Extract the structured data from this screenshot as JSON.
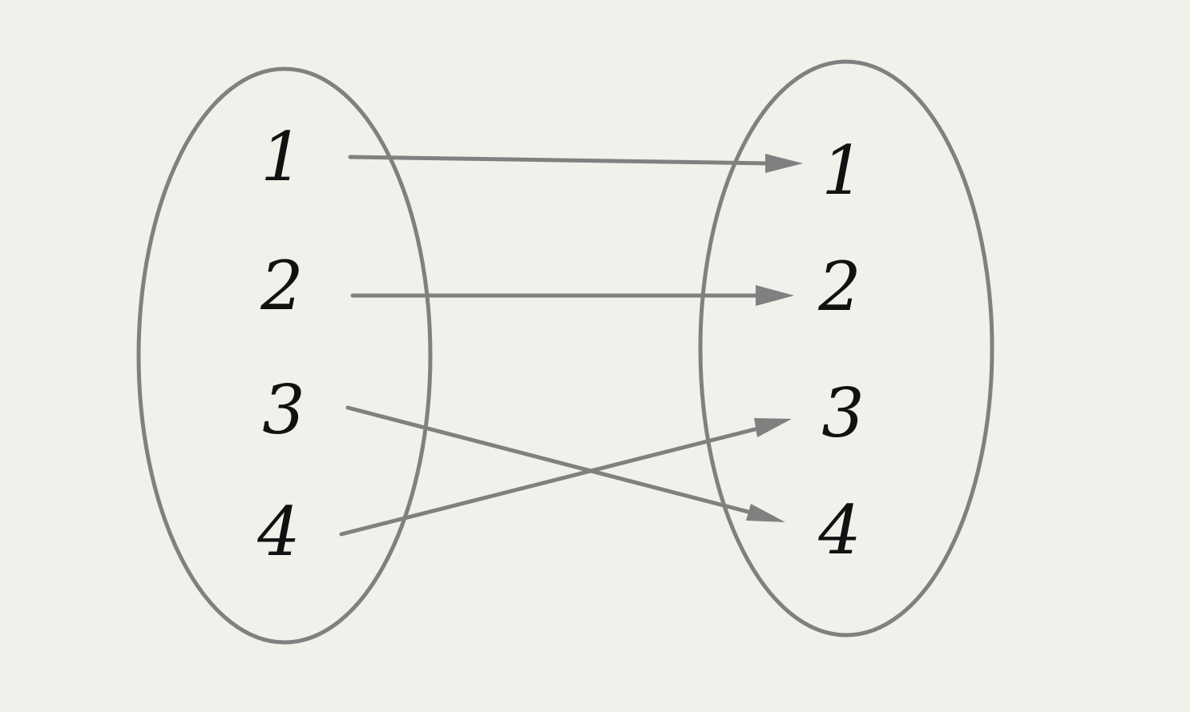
{
  "domain_set": {
    "elements": [
      "1",
      "2",
      "3",
      "4"
    ]
  },
  "codomain_set": {
    "elements": [
      "1",
      "2",
      "3",
      "4"
    ]
  },
  "mapping": [
    {
      "from": "1",
      "to": "1"
    },
    {
      "from": "2",
      "to": "2"
    },
    {
      "from": "3",
      "to": "4"
    },
    {
      "from": "4",
      "to": "3"
    }
  ],
  "colors": {
    "stroke": "#808080",
    "text": "#111111",
    "background": "#f1f0eb"
  }
}
